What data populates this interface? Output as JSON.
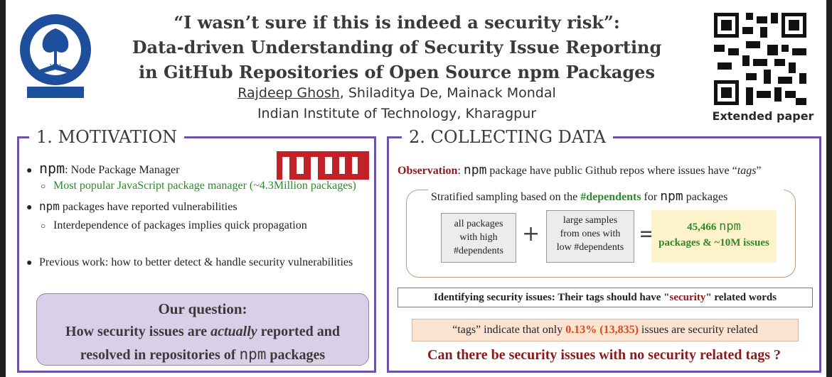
{
  "header": {
    "title_line1": "“I wasn’t sure if this is indeed a security risk”:",
    "title_line2": "Data-driven Understanding of Security Issue Reporting",
    "title_line3": "in GitHub Repositories of Open Source npm Packages",
    "author_first": "Rajdeep Ghosh",
    "author_rest": ", Shiladitya De, Mainack Mondal",
    "affiliation": "Indian Institute of Technology, Kharagpur",
    "qr_caption": "Extended paper",
    "logo_year": "1951"
  },
  "motivation": {
    "title": "1. MOTIVATION",
    "npm_logo": "npm",
    "item1_name": "npm",
    "item1_text": ": Node Package Manager",
    "item1_sub_text": "Most popular JavaScript package manager (",
    "item1_sub_green": "~4.3Million packages",
    "item1_sub_close": ")",
    "item2_name": "npm",
    "item2_text": " packages have reported vulnerabilities",
    "item2_sub": "Interdependence of packages implies quick propagation",
    "item3_text": "Previous work: how to better detect & handle security vulnerabilities",
    "question_title": "Our question:",
    "question_line1_a": "How security issues are ",
    "question_line1_em": "actually",
    "question_line1_b": " reported and",
    "question_line2_a": "resolved  in repositories of ",
    "question_line2_mono": "npm",
    "question_line2_b": " packages"
  },
  "collecting": {
    "title": "2. COLLECTING DATA",
    "obs_label": "Observation",
    "obs_a": ": ",
    "obs_mono": "npm",
    "obs_b": " package have public Github repos where issues have “",
    "obs_em": "tags",
    "obs_c": "”",
    "strat_a": "Stratified sampling based on the ",
    "strat_dep": "#dependents",
    "strat_b": " for ",
    "strat_mono": "npm",
    "strat_c": " packages",
    "box1_l1": "all packages",
    "box1_l2": "with high",
    "box1_l3": "#dependents",
    "plus": "+",
    "box2_l1": "large samples",
    "box2_l2": "from ones with",
    "box2_l3": "low #dependents",
    "equals": "=",
    "result_num": "45,466 ",
    "result_mono": "npm",
    "result_l2": "packages & ~10M issues",
    "ident_a": "Identifying security issues: Their tags should have \"",
    "ident_sec": "security",
    "ident_b": "\" related words",
    "tags_a": "“tags” indicate that only ",
    "tags_pct": "0.13% (13,835)",
    "tags_b": " issues are security related",
    "question": "Can there be security issues with no security related tags ?"
  },
  "colors": {
    "frame": "#6d53a6",
    "npm_red": "#c12127",
    "green": "#2a8a2a",
    "dark_red": "#8b1a1a",
    "question_bg": "#d9cfe8",
    "result_bg": "#fff3cc",
    "tags_bg": "#fde4d2"
  }
}
